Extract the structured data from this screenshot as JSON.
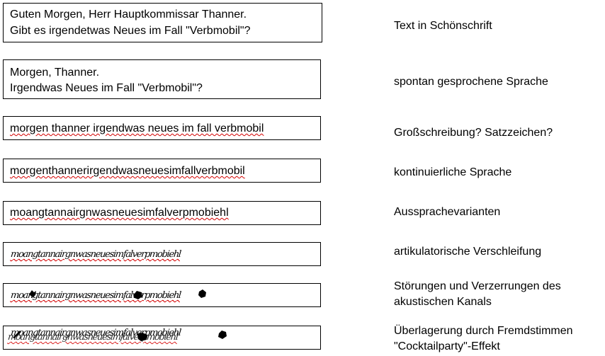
{
  "rows": [
    {
      "box_lines": [
        "Guten Morgen, Herr Hauptkommissar Thanner.",
        "Gibt es irgendetwas Neues im Fall \"Verbmobil\"?"
      ],
      "label_lines": [
        "Text in Schönschrift"
      ]
    },
    {
      "box_lines": [
        "Morgen, Thanner.",
        "Irgendwas Neues im Fall \"Verbmobil\"?"
      ],
      "label_lines": [
        "spontan gesprochene Sprache"
      ]
    },
    {
      "box_lines": [
        "morgen thanner irgendwas neues im fall verbmobil"
      ],
      "label_lines": [
        "Großschreibung? Satzzeichen?"
      ]
    },
    {
      "box_lines": [
        "morgenthannerirgendwasneuesimfallverbmobil"
      ],
      "label_lines": [
        "kontinuierliche Sprache"
      ]
    },
    {
      "box_lines": [
        "moangtannairgnwasneuesimfalverpmobiehl"
      ],
      "label_lines": [
        "Aussprachevarianten"
      ]
    },
    {
      "box_lines": [
        "moangtannairgnwasneuesimfalverpmobiehl"
      ],
      "label_lines": [
        "artikulatorische Verschleifung"
      ]
    },
    {
      "box_lines": [
        "moangtannairgnwasneuesimfalverpmobiehl"
      ],
      "label_lines": [
        "Störungen und Verzerrungen des",
        "akustischen Kanals"
      ]
    },
    {
      "box_lines": [
        "moangtannairgnwasneuesimfalverpmobiehl"
      ],
      "label_lines": [
        "Überlagerung durch Fremdstimmen",
        "\"Cocktailparty\"-Effekt"
      ]
    }
  ]
}
